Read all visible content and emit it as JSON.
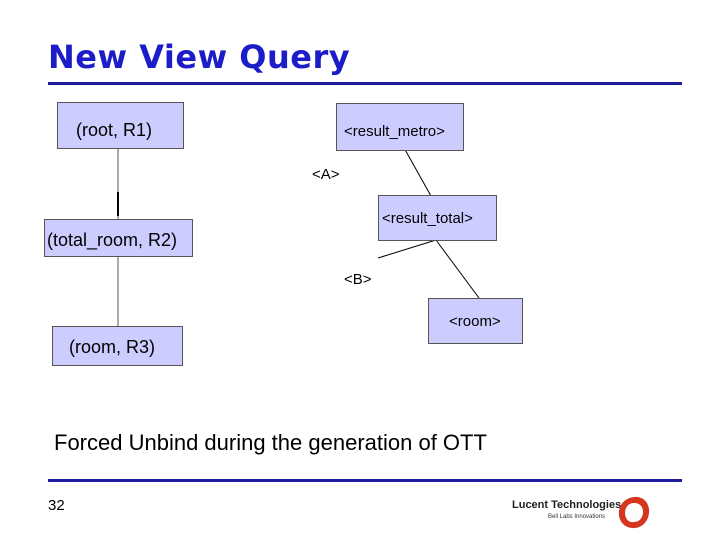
{
  "slide": {
    "title": "New View Query",
    "caption": "Forced Unbind during the generation of OTT",
    "page_number": "32"
  },
  "nodes": {
    "root": "(root, R1)",
    "total_room": "(total_room, R2)",
    "room_r3": "(room, R3)",
    "result_metro": "<result_metro>",
    "result_total": "<result_total>",
    "room_tag": "<room>"
  },
  "labels": {
    "a": "<A>",
    "b": "<B>"
  },
  "logo": {
    "name": "Lucent Technologies",
    "tagline": "Bell Labs Innovations"
  },
  "colors": {
    "title": "#1c1cc8",
    "rule": "#1c1c9c",
    "node_fill": "#ccccff",
    "logo_ring": "#d6351f"
  }
}
